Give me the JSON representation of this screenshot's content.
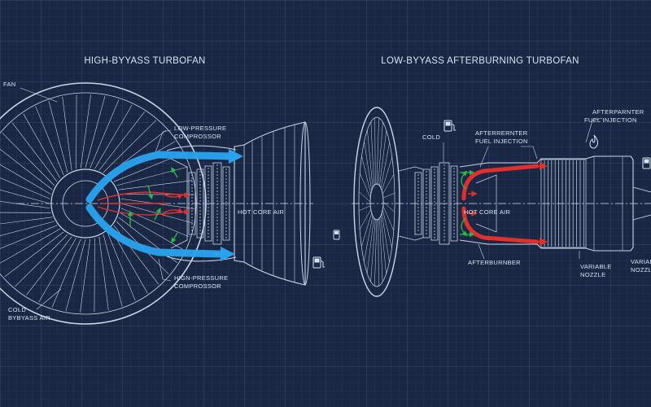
{
  "colors": {
    "background": "#1a2744",
    "line": "#c9d6e6",
    "bypass_flow": "#29a3f0",
    "hot_flow": "#e0302c",
    "compressor_flow": "#2fb84a"
  },
  "left_engine": {
    "title": "HIGH-BYYASS TURBOFAN",
    "labels": {
      "fan": "FAN",
      "lpc_1": "LOW-PRESSURE",
      "lpc_2": "COMPROSSOR",
      "hot_core": "HOT CORE AIR",
      "hpc_1": "HIGN-PRESSURE",
      "hpc_2": "COMPROSSOR",
      "cold_1": "COLD",
      "cold_2": "BYBYASS AIR"
    },
    "icon": "fuel-pump-icon"
  },
  "right_engine": {
    "title": "LOW-BYYASS AFTERBURNING TURBOFAN",
    "labels": {
      "cold": "COLD",
      "ab_fuel_1": "AFTERRERNTER",
      "ab_fuel_2": "FUEL INJECTION",
      "hot_core": "HOT CORE AIR",
      "afterburner": "AFTERBURNBER",
      "ab_fuel_r1": "AFTERPARNTER",
      "ab_fuel_r2": "FUEL INJECTION",
      "vn_1": "VARIABLE",
      "vn_2": "NOZZLE",
      "vn_r1": "VARIAE",
      "vn_r2": "NOZZLE"
    },
    "icons": [
      "fuel-pump-icon",
      "flame-icon"
    ]
  }
}
